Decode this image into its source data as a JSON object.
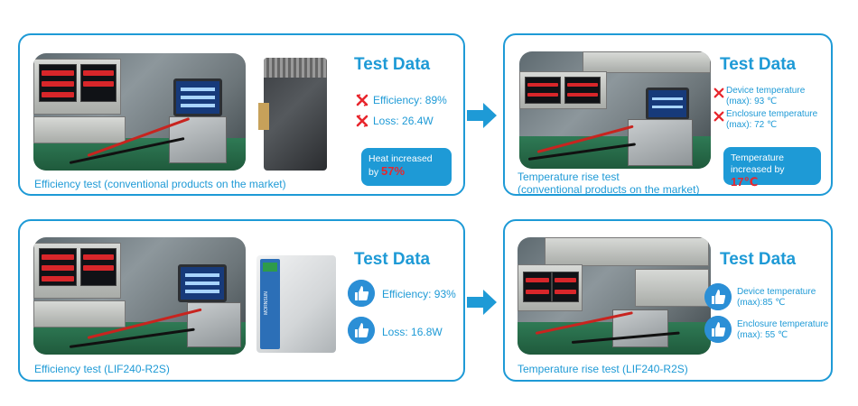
{
  "panels": {
    "conventional_efficiency": {
      "title": "Test Data",
      "metrics": [
        "Efficiency: 89%",
        "Loss: 26.4W"
      ],
      "callout_prefix": "Heat increased by ",
      "callout_value": "57%",
      "caption": "Efficiency test (conventional products on the market)"
    },
    "conventional_temperature": {
      "title": "Test Data",
      "metrics": [
        "Device temperature (max): 93 ℃",
        "Enclosure temperature (max): 72 ℃"
      ],
      "callout_prefix": "Temperature increased by ",
      "callout_value": "17℃",
      "caption_line1": "Temperature rise test",
      "caption_line2": "(conventional products on the market)"
    },
    "lif_efficiency": {
      "title": "Test Data",
      "metrics": [
        "Efficiency: 93%",
        "Loss: 16.8W"
      ],
      "caption": "Efficiency test (LIF240-R2S)",
      "device_label": "MORNSUN"
    },
    "lif_temperature": {
      "title": "Test Data",
      "metrics": [
        "Device temperature (max):85 ℃",
        "Enclosure temperature (max): 55 ℃"
      ],
      "caption": "Temperature rise test (LIF240-R2S)"
    }
  },
  "icons": {
    "bad": "red-x-icon",
    "good": "thumbs-up-icon",
    "flow": "right-arrow-icon"
  },
  "colors": {
    "accent": "#1e9ad6",
    "alert": "#e8262d"
  }
}
